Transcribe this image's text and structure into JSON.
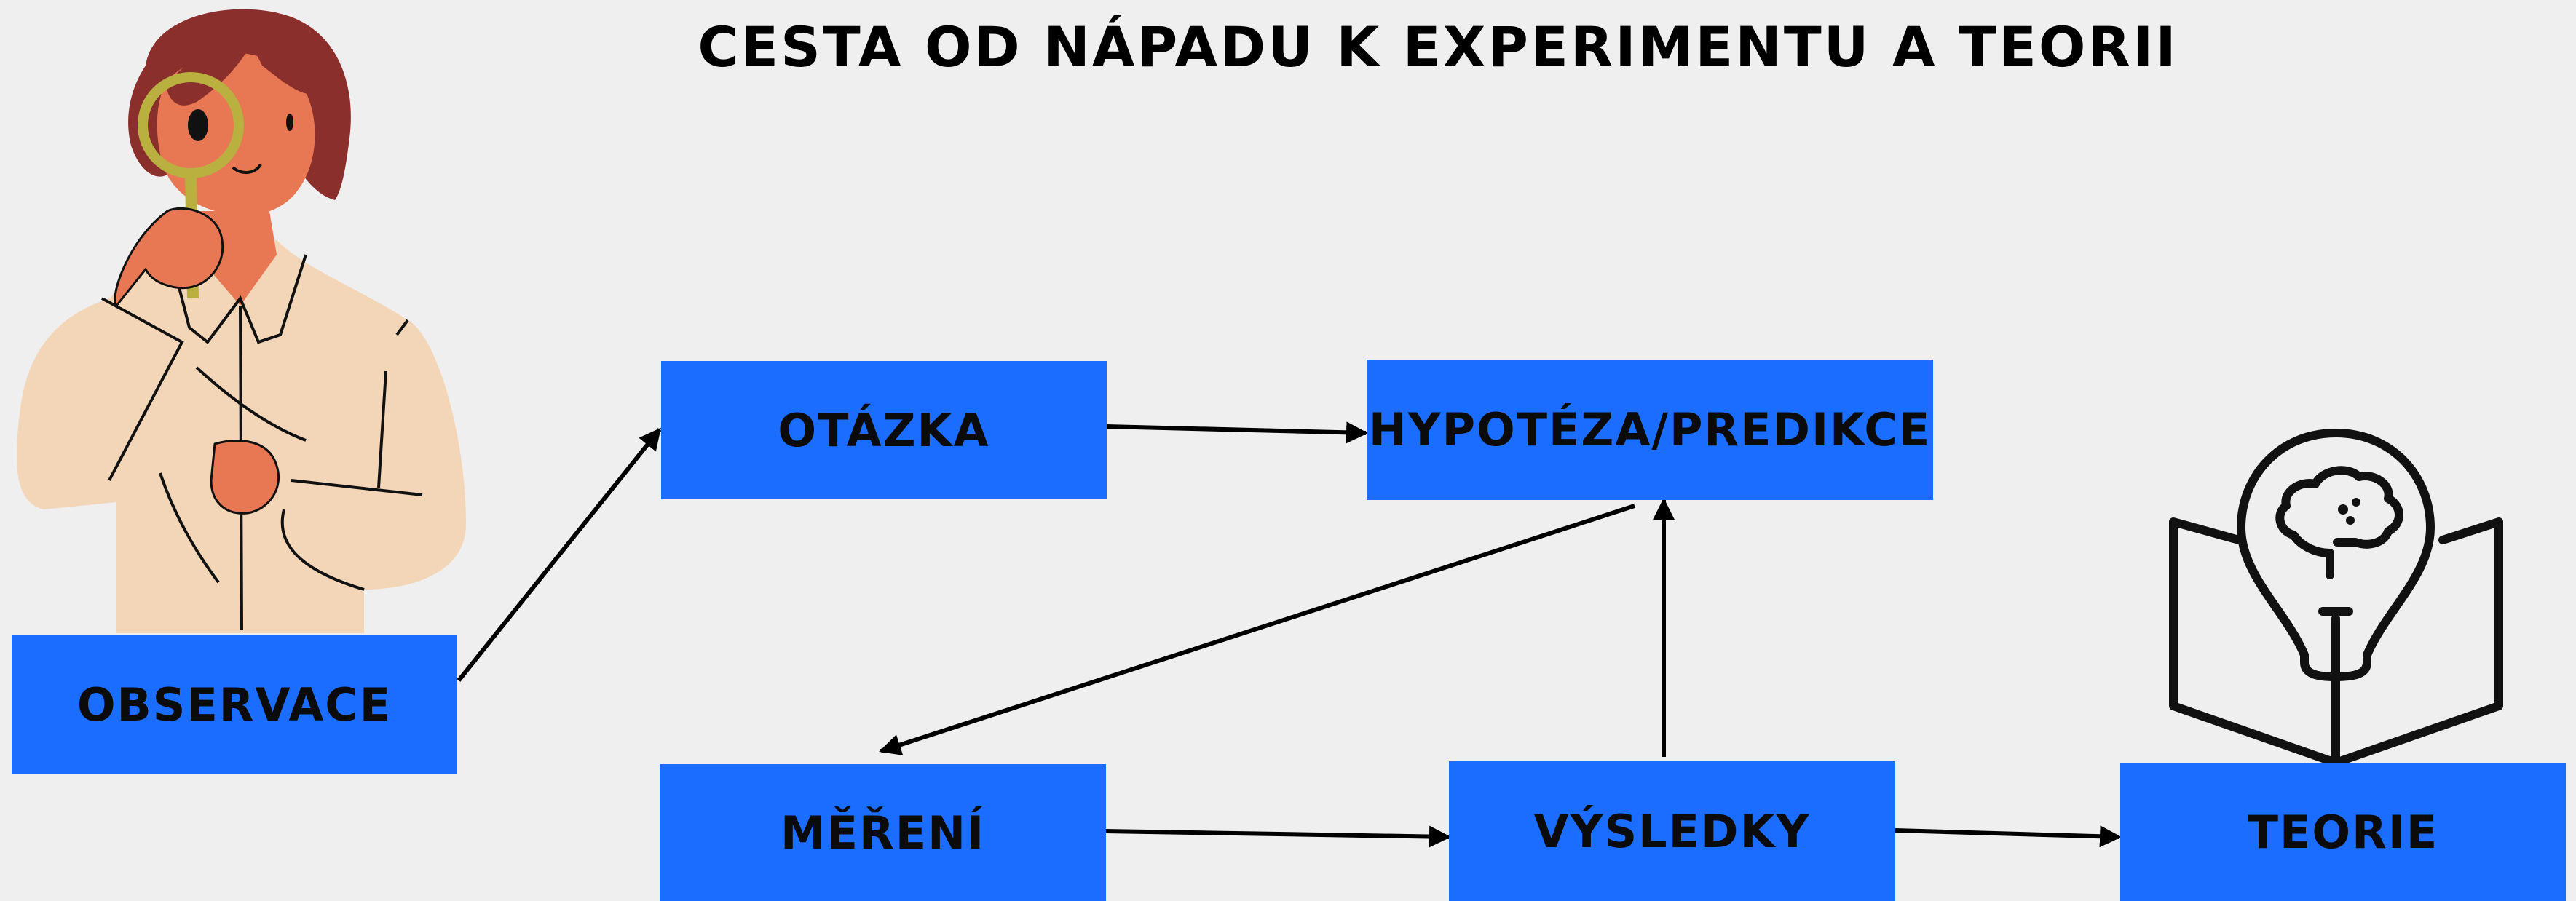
{
  "title": "CESTA OD NÁPADU K EXPERIMENTU A TEORII",
  "nodes": {
    "observace": "OBSERVACE",
    "otazka": "OTÁZKA",
    "hypoteza": "HYPOTÉZA/PREDIKCE",
    "mereni": "MĚŘENÍ",
    "vysledky": "VÝSLEDKY",
    "teorie": "TEORIE"
  },
  "colors": {
    "box": "#1a6dff",
    "background": "#efefef",
    "text": "#0b0b0b"
  },
  "icons": {
    "person": "woman-with-magnifying-glass-illustration",
    "theory": "book-with-lightbulb-brain-icon"
  },
  "edges": [
    [
      "observace",
      "otazka"
    ],
    [
      "otazka",
      "hypoteza"
    ],
    [
      "hypoteza",
      "mereni"
    ],
    [
      "mereni",
      "vysledky"
    ],
    [
      "vysledky",
      "hypoteza"
    ],
    [
      "vysledky",
      "teorie"
    ]
  ]
}
